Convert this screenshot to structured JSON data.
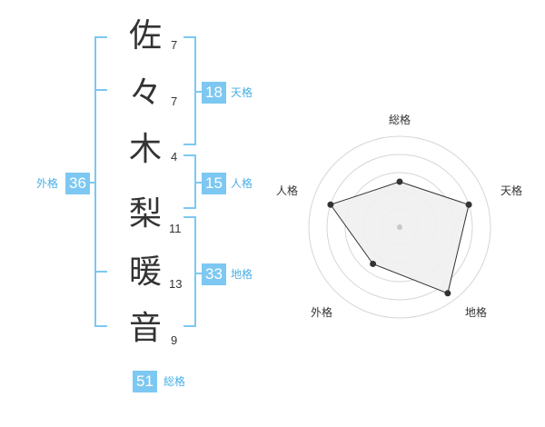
{
  "name_chars": [
    {
      "char": "佐",
      "strokes": "7"
    },
    {
      "char": "々",
      "strokes": "7"
    },
    {
      "char": "木",
      "strokes": "4"
    },
    {
      "char": "梨",
      "strokes": "11"
    },
    {
      "char": "暖",
      "strokes": "13"
    },
    {
      "char": "音",
      "strokes": "9"
    }
  ],
  "kakusu": {
    "tenkaku": {
      "value": "18",
      "label": "天格"
    },
    "jinkaku": {
      "value": "15",
      "label": "人格"
    },
    "chikaku": {
      "value": "33",
      "label": "地格"
    },
    "gaikaku": {
      "value": "36",
      "label": "外格"
    },
    "soukaku": {
      "value": "51",
      "label": "総格"
    }
  },
  "colors": {
    "accent": "#7dc8f2",
    "accent_text": "#4ab0e4"
  },
  "chart_data": {
    "type": "radar",
    "axes": [
      "総格",
      "天格",
      "地格",
      "外格",
      "人格"
    ],
    "values": [
      2.5,
      4,
      4.5,
      2.5,
      4
    ],
    "max": 5,
    "rings": 5
  }
}
